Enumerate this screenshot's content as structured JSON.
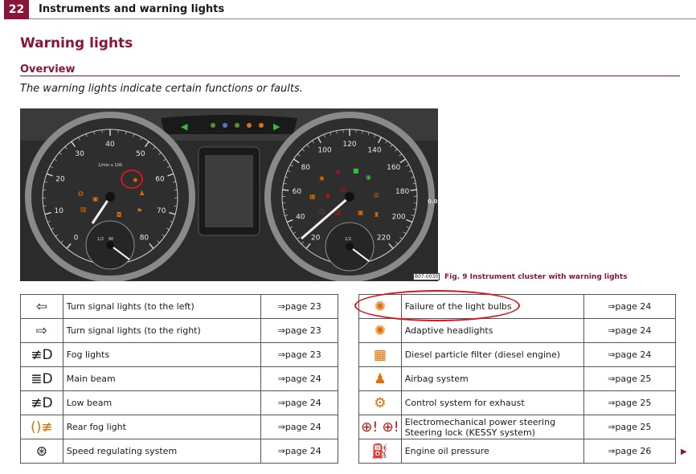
{
  "header": {
    "page_number": "22",
    "title": "Instruments and warning lights"
  },
  "section_title": "Warning lights",
  "subsection_title": "Overview",
  "intro_text": "The warning lights indicate certain functions or faults.",
  "figure": {
    "code": "B07-0030",
    "caption": "Fig. 9  Instrument cluster with warning lights",
    "left_gauge": {
      "ticks": [
        "0",
        "10",
        "20",
        "30",
        "40",
        "50",
        "60",
        "70",
        "80"
      ],
      "unit": "1/min x 100",
      "small_dial": [
        "1/2",
        "90"
      ]
    },
    "right_gauge": {
      "ticks": [
        "20",
        "40",
        "60",
        "80",
        "100",
        "120",
        "140",
        "160",
        "180",
        "200",
        "220"
      ],
      "small_dial": [
        "1/2"
      ],
      "side_label": "0.0"
    }
  },
  "colors": {
    "brand": "#8a1538",
    "annotation": "#e0141e"
  },
  "left_table": [
    {
      "icon": "turn-signal-left-icon",
      "glyph": "⇦",
      "color": "#1a1a1a",
      "label": "Turn signal lights (to the left)",
      "ref": "⇒page 23"
    },
    {
      "icon": "turn-signal-right-icon",
      "glyph": "⇨",
      "color": "#1a1a1a",
      "label": "Turn signal lights (to the right)",
      "ref": "⇒page 23"
    },
    {
      "icon": "fog-light-icon",
      "glyph": "≢D",
      "color": "#1a1a1a",
      "label": "Fog lights",
      "ref": "⇒page 23"
    },
    {
      "icon": "main-beam-icon",
      "glyph": "≣D",
      "color": "#1a1a1a",
      "label": "Main beam",
      "ref": "⇒page 24"
    },
    {
      "icon": "low-beam-icon",
      "glyph": "≢D",
      "color": "#1a1a1a",
      "label": "Low beam",
      "ref": "⇒page 24"
    },
    {
      "icon": "rear-fog-light-icon",
      "glyph": "()≢",
      "color": "#e07000",
      "label": "Rear fog light",
      "ref": "⇒page 24"
    },
    {
      "icon": "speed-regulating-icon",
      "glyph": "⊛",
      "color": "#1a1a1a",
      "label": "Speed regulating system",
      "ref": "⇒page 24"
    }
  ],
  "right_table": [
    {
      "icon": "light-bulb-failure-icon",
      "glyph": "✺",
      "color": "#e07000",
      "label": "Failure of the light bulbs",
      "ref": "⇒page 24"
    },
    {
      "icon": "adaptive-headlights-icon",
      "glyph": "✺",
      "color": "#e07000",
      "label": "Adaptive headlights",
      "ref": "⇒page 24"
    },
    {
      "icon": "diesel-particle-filter-icon",
      "glyph": "▦",
      "color": "#e07000",
      "label": "Diesel particle filter (diesel engine)",
      "ref": "⇒page 24"
    },
    {
      "icon": "airbag-icon",
      "glyph": "♟",
      "color": "#e07000",
      "label": "Airbag system",
      "ref": "⇒page 25"
    },
    {
      "icon": "exhaust-control-icon",
      "glyph": "⚙",
      "color": "#e07000",
      "label": "Control system for exhaust",
      "ref": "⇒page 25"
    },
    {
      "icon": "power-steering-icon",
      "glyph": "⊕! ⊕!",
      "color": "#c01010",
      "label": "Electromechanical power steering",
      "label2": "Steering lock (KESSY system)",
      "ref": "⇒page 25"
    },
    {
      "icon": "engine-oil-icon",
      "glyph": "⛽",
      "color": "#c01010",
      "label": "Engine oil pressure",
      "ref": "⇒page 26"
    }
  ]
}
